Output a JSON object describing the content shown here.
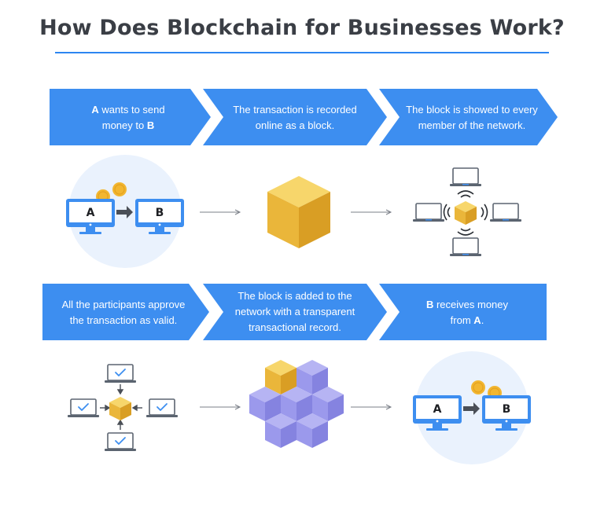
{
  "title": "How Does Blockchain for Businesses Work?",
  "steps": [
    {
      "lines": [
        [
          {
            "t": "A",
            "b": true
          },
          {
            "t": " wants to send"
          }
        ],
        [
          {
            "t": "money to "
          },
          {
            "t": "B",
            "b": true
          }
        ]
      ]
    },
    {
      "lines": [
        [
          {
            "t": "The transaction is recorded"
          }
        ],
        [
          {
            "t": "online as a block."
          }
        ]
      ]
    },
    {
      "lines": [
        [
          {
            "t": "The block is showed to every"
          }
        ],
        [
          {
            "t": "member of the network."
          }
        ]
      ]
    },
    {
      "lines": [
        [
          {
            "t": "All the participants approve"
          }
        ],
        [
          {
            "t": "the transaction as valid."
          }
        ]
      ]
    },
    {
      "lines": [
        [
          {
            "t": "The block is added to the"
          }
        ],
        [
          {
            "t": "network with a transparent"
          }
        ],
        [
          {
            "t": "transactional record."
          }
        ]
      ]
    },
    {
      "lines": [
        [
          {
            "t": "B",
            "b": true
          },
          {
            "t": " receives money"
          }
        ],
        [
          {
            "t": "from "
          },
          {
            "t": "A",
            "b": true
          },
          {
            "t": "."
          }
        ]
      ]
    }
  ],
  "monitor_labels": {
    "sender": "A",
    "receiver": "B"
  },
  "colors": {
    "banner": "#3d8ef0",
    "title_rule": "#2d86f1",
    "title_text": "#3a3e45",
    "cube": "#f2c94c",
    "cube_cluster": "#8f8de6",
    "monitor": "#3d8ef0",
    "coin": "#f2b630",
    "circle_bg": "#eaf2fd",
    "arrow": "#7a7f87"
  },
  "icons": [
    "computer-monitor-icon",
    "coin-icon",
    "arrow-right-icon",
    "block-cube-icon",
    "laptop-icon",
    "signal-waves-icon",
    "checkmark-icon",
    "block-cluster-icon"
  ]
}
